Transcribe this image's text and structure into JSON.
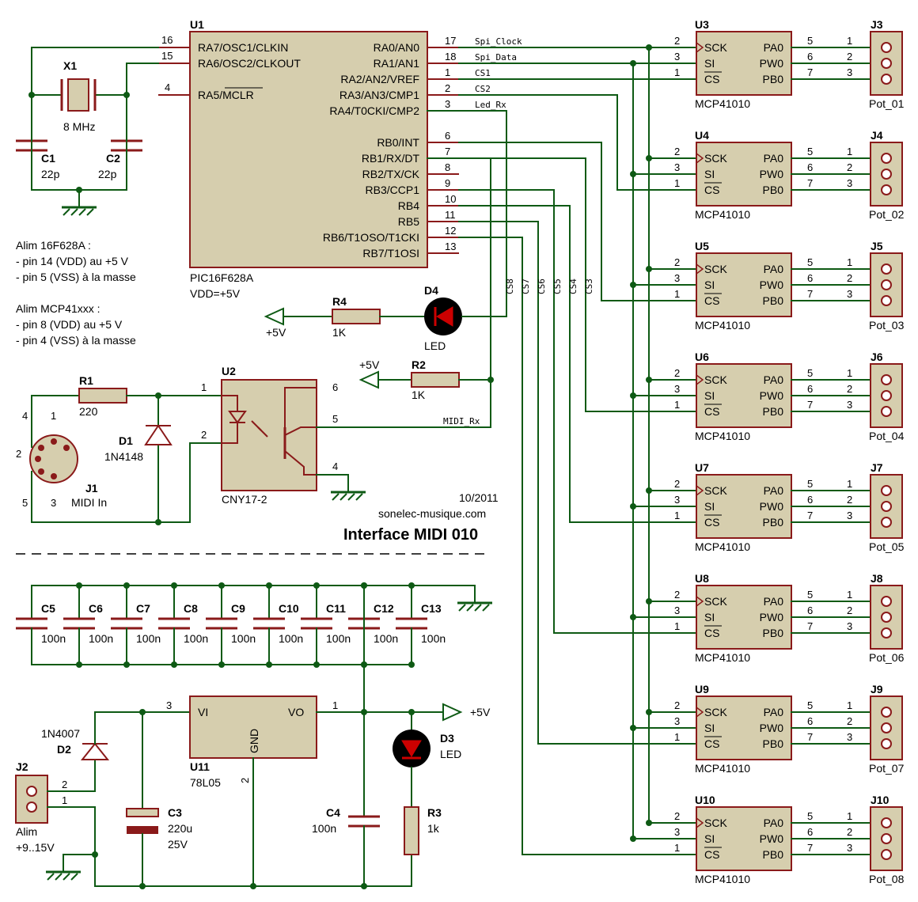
{
  "u1": {
    "ref": "U1",
    "part": "PIC16F628A",
    "vdd": "VDD=+5V",
    "left_pins": [
      {
        "name": "RA7/OSC1/CLKIN",
        "num": "16"
      },
      {
        "name": "RA6/OSC2/CLKOUT",
        "num": "15"
      },
      {
        "name": "RA5/MCLR",
        "num": "4"
      }
    ],
    "right_pins": [
      {
        "name": "RA0/AN0",
        "num": "17"
      },
      {
        "name": "RA1/AN1",
        "num": "18"
      },
      {
        "name": "RA2/AN2/VREF",
        "num": "1"
      },
      {
        "name": "RA3/AN3/CMP1",
        "num": "2"
      },
      {
        "name": "RA4/T0CKI/CMP2",
        "num": "3"
      },
      {
        "name": "RB0/INT",
        "num": "6"
      },
      {
        "name": "RB1/RX/DT",
        "num": "7"
      },
      {
        "name": "RB2/TX/CK",
        "num": "8"
      },
      {
        "name": "RB3/CCP1",
        "num": "9"
      },
      {
        "name": "RB4",
        "num": "10"
      },
      {
        "name": "RB5",
        "num": "11"
      },
      {
        "name": "RB6/T1OSO/T1CKI",
        "num": "12"
      },
      {
        "name": "RB7/T1OSI",
        "num": "13"
      }
    ]
  },
  "net_labels": {
    "spi_clock": "Spi_Clock",
    "spi_data": "Spi_Data",
    "cs1": "CS1",
    "cs2": "CS2",
    "led_rx": "Led_Rx",
    "midi_rx": "MIDI_Rx"
  },
  "cs_labels": [
    "CS8",
    "CS7",
    "CS6",
    "CS5",
    "CS4",
    "CS3"
  ],
  "x1": {
    "ref": "X1",
    "value": "8 MHz"
  },
  "c1": {
    "ref": "C1",
    "value": "22p"
  },
  "c2": {
    "ref": "C2",
    "value": "22p"
  },
  "notes": [
    "Alim 16F628A :",
    "- pin 14 (VDD) au +5 V",
    "- pin 5 (VSS) à la masse",
    "Alim MCP41xxx :",
    "- pin 8 (VDD) au +5 V",
    "- pin 4 (VSS) à la masse"
  ],
  "r4": {
    "ref": "R4",
    "value": "1K"
  },
  "d4": {
    "ref": "D4",
    "value": "LED"
  },
  "plus5": "+5V",
  "r2": {
    "ref": "R2",
    "value": "1K"
  },
  "r1": {
    "ref": "R1",
    "value": "220"
  },
  "d1": {
    "ref": "D1",
    "value": "1N4148"
  },
  "u2": {
    "ref": "U2",
    "part": "CNY17-2",
    "pins": [
      "1",
      "2",
      "6",
      "5",
      "4"
    ]
  },
  "j1": {
    "ref": "J1",
    "value": "MIDI In",
    "pins": [
      "4",
      "1",
      "2",
      "5",
      "3"
    ]
  },
  "credits": {
    "date": "10/2011",
    "site": "sonelec-musique.com",
    "title": "Interface MIDI 010"
  },
  "bypass_caps": [
    {
      "ref": "C5",
      "value": "100n"
    },
    {
      "ref": "C6",
      "value": "100n"
    },
    {
      "ref": "C7",
      "value": "100n"
    },
    {
      "ref": "C8",
      "value": "100n"
    },
    {
      "ref": "C9",
      "value": "100n"
    },
    {
      "ref": "C10",
      "value": "100n"
    },
    {
      "ref": "C11",
      "value": "100n"
    },
    {
      "ref": "C12",
      "value": "100n"
    },
    {
      "ref": "C13",
      "value": "100n"
    }
  ],
  "u11": {
    "ref": "U11",
    "part": "78L05",
    "vi": "VI",
    "vo": "VO",
    "gnd": "GND",
    "pin_in": "3",
    "pin_out": "1",
    "pin_gnd": "2"
  },
  "d2": {
    "ref": "D2",
    "value": "1N4007"
  },
  "j2": {
    "ref": "J2",
    "label": "Alim",
    "value": "+9..15V",
    "pins": [
      "2",
      "1"
    ]
  },
  "c3": {
    "ref": "C3",
    "value": "220u",
    "voltage": "25V"
  },
  "c4": {
    "ref": "C4",
    "value": "100n"
  },
  "d3": {
    "ref": "D3",
    "value": "LED"
  },
  "r3": {
    "ref": "R3",
    "value": "1k"
  },
  "mcp_pin_names": {
    "sck": "SCK",
    "si": "SI",
    "cs": "CS",
    "pa0": "PA0",
    "pw0": "PW0",
    "pb0": "PB0"
  },
  "mcp_pin_nums": {
    "sck": "2",
    "si": "3",
    "cs": "1",
    "pa0": "5",
    "pw0": "6",
    "pb0": "7"
  },
  "pot_pin_nums": [
    "1",
    "2",
    "3"
  ],
  "pots": [
    {
      "u": "U3",
      "part": "MCP41010",
      "j": "J3",
      "pot": "Pot_01"
    },
    {
      "u": "U4",
      "part": "MCP41010",
      "j": "J4",
      "pot": "Pot_02"
    },
    {
      "u": "U5",
      "part": "MCP41010",
      "j": "J5",
      "pot": "Pot_03"
    },
    {
      "u": "U6",
      "part": "MCP41010",
      "j": "J6",
      "pot": "Pot_04"
    },
    {
      "u": "U7",
      "part": "MCP41010",
      "j": "J7",
      "pot": "Pot_05"
    },
    {
      "u": "U8",
      "part": "MCP41010",
      "j": "J8",
      "pot": "Pot_06"
    },
    {
      "u": "U9",
      "part": "MCP41010",
      "j": "J9",
      "pot": "Pot_07"
    },
    {
      "u": "U10",
      "part": "MCP41010",
      "j": "J10",
      "pot": "Pot_08"
    }
  ],
  "colors": {
    "wire": "#0e5a14",
    "body_fill": "#d6ceae",
    "body_stroke": "#8a1a1a",
    "led": "#cc0000"
  }
}
